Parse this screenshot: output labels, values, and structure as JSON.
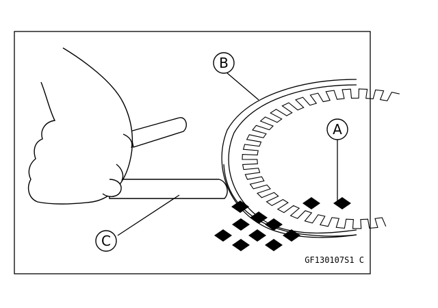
{
  "figure": {
    "labels": {
      "a": "A",
      "b": "B",
      "c": "C"
    },
    "code": "GF130107S1  C"
  }
}
